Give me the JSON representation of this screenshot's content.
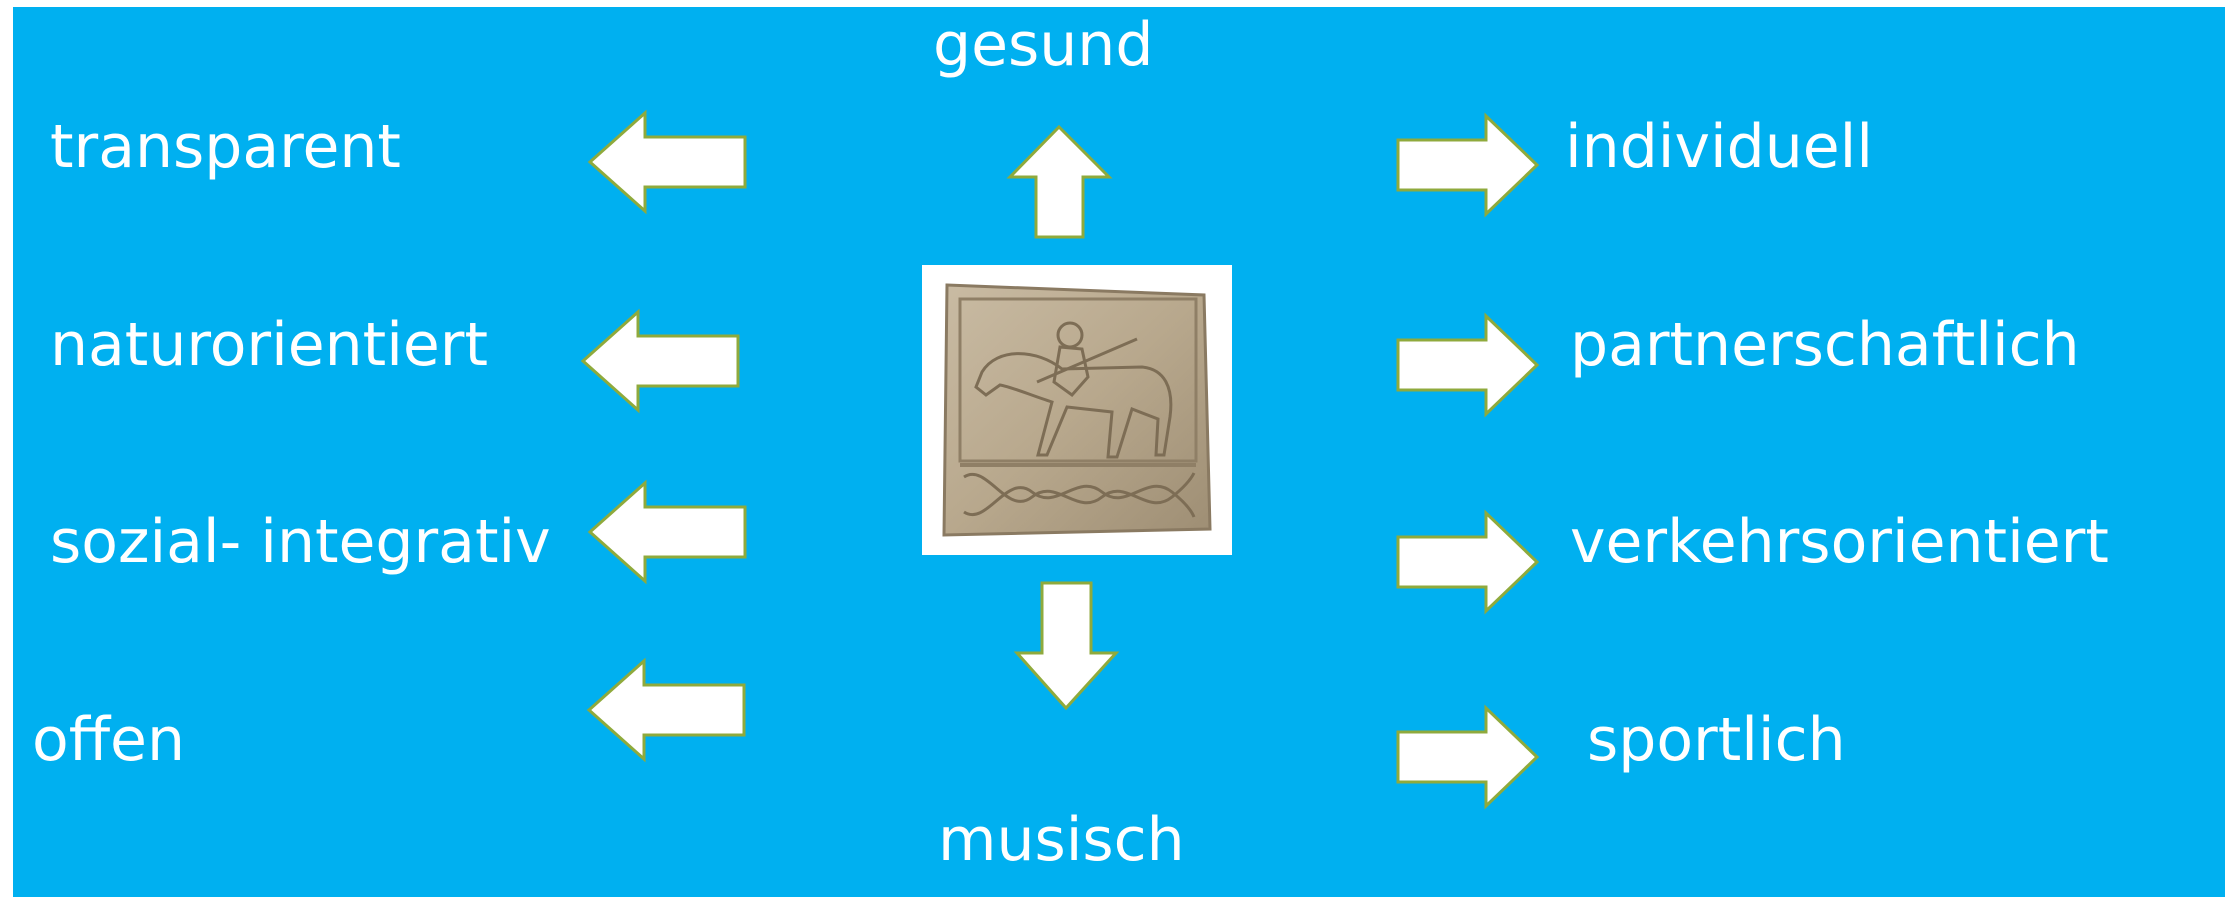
{
  "colors": {
    "background": "#00b0f0",
    "text": "#ffffff",
    "arrow_fill": "#ffffff",
    "arrow_stroke": "#8faa3c",
    "image_frame": "#ffffff"
  },
  "center": {
    "top_label": "gesund",
    "bottom_label": "musisch",
    "image_icon": "carved-stone-relief-rider-icon"
  },
  "left_items": [
    {
      "label": "transparent"
    },
    {
      "label": "naturorientiert"
    },
    {
      "label": "sozial- integrativ"
    },
    {
      "label": "offen"
    }
  ],
  "right_items": [
    {
      "label": "individuell"
    },
    {
      "label": "partnerschaftlich"
    },
    {
      "label": "verkehrsorientiert"
    },
    {
      "label": "sportlich"
    }
  ]
}
